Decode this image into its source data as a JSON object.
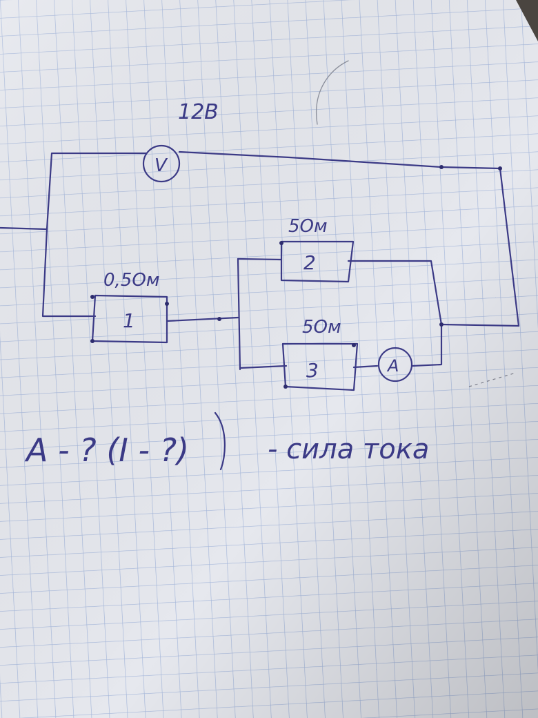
{
  "colors": {
    "paper": "#e4e7ec",
    "grid": "#9fb3d9",
    "ink": "#3b3a86",
    "shadow": "#2b2b2b"
  },
  "labels": {
    "voltage": "12В",
    "r1_value": "0,5Ом",
    "r1_number": "1",
    "r2_value": "5Ом",
    "r2_number": "2",
    "r3_value": "5Ом",
    "r3_number": "3",
    "voltmeter_symbol": "V",
    "ammeter_symbol": "A"
  },
  "question": {
    "text": "A - ? (I - ?)",
    "note": "- сила тока"
  }
}
